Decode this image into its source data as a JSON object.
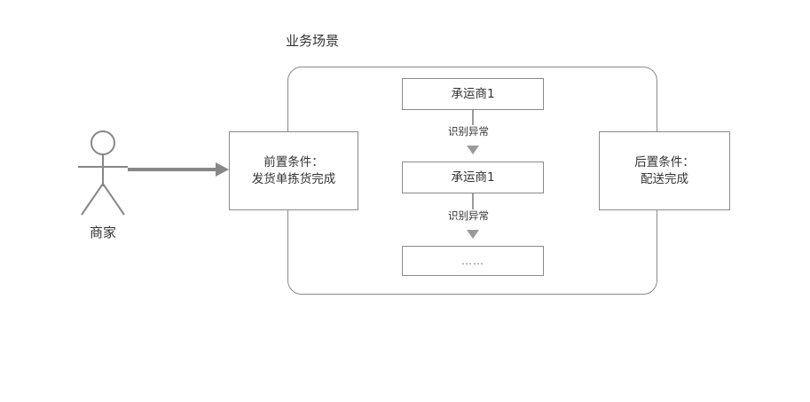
{
  "diagram": {
    "scenario": {
      "title": "业务场景"
    },
    "actor": {
      "label": "商家",
      "icon": "stick-figure-actor-icon"
    },
    "precondition": {
      "label": "前置条件：\n发货单拣货完成"
    },
    "postcondition": {
      "label": "后置条件：\n配送完成"
    },
    "flow": {
      "nodes": [
        {
          "label": "承运商1"
        },
        {
          "label": "承运商1"
        },
        {
          "label": "……"
        }
      ],
      "edges": [
        {
          "label": "识别异常"
        },
        {
          "label": "识别异常"
        }
      ]
    },
    "colors": {
      "stroke": "#8a8a8a",
      "connector": "#9a9a9a",
      "actor_arrow": "#878787",
      "text": "#333333",
      "background": "#ffffff"
    }
  }
}
